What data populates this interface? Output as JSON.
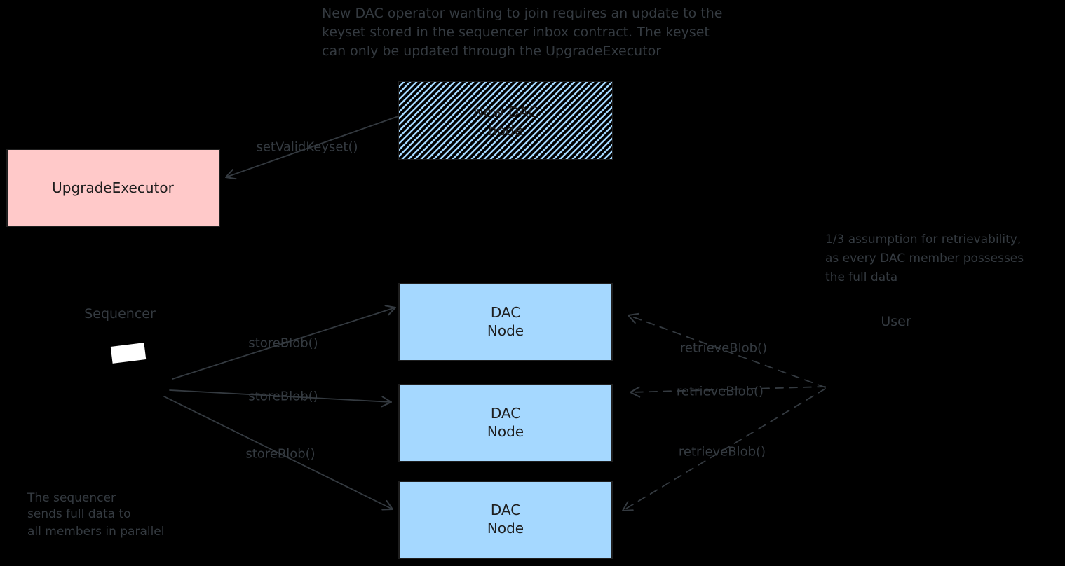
{
  "colors": {
    "bg": "#000000",
    "ink": "#343a40",
    "box-stroke": "#1e1e1e",
    "box-text": "#1e1e1e",
    "pink": "#ffc9c9",
    "blue": "#a5d8ff",
    "white": "#ffffff"
  },
  "notes": {
    "top": {
      "lines": [
        "New DAC operator wanting to join requires an update to the",
        "keyset stored in the sequencer inbox contract. The keyset",
        "can only be updated through the UpgradeExecutor"
      ]
    },
    "retrievability": {
      "lines": [
        "1/3 assumption for retrievability,",
        "as every DAC member possesses",
        "the full data"
      ]
    },
    "parallel": {
      "lines": [
        "The sequencer",
        "sends full data to",
        "all members in parallel"
      ]
    }
  },
  "actors": {
    "sequencer_label": "Sequencer",
    "user_label": "User"
  },
  "nodes": {
    "new_dac": {
      "line1": "New DAC",
      "line2": "node"
    },
    "upgrade_executor": {
      "label": "UpgradeExecutor"
    },
    "dac1": {
      "line1": "DAC",
      "line2": "Node"
    },
    "dac2": {
      "line1": "DAC",
      "line2": "Node"
    },
    "dac3": {
      "line1": "DAC",
      "line2": "Node"
    }
  },
  "edges": {
    "set_valid_keyset": "setValidKeyset()",
    "store_blob_1": "storeBlob()",
    "store_blob_2": "storeBlob()",
    "store_blob_3": "storeBlob()",
    "retrieve_blob_1": "retrieveBlob()",
    "retrieve_blob_2": "retrieveBlob()",
    "retrieve_blob_3": "retrieveBlob()"
  }
}
